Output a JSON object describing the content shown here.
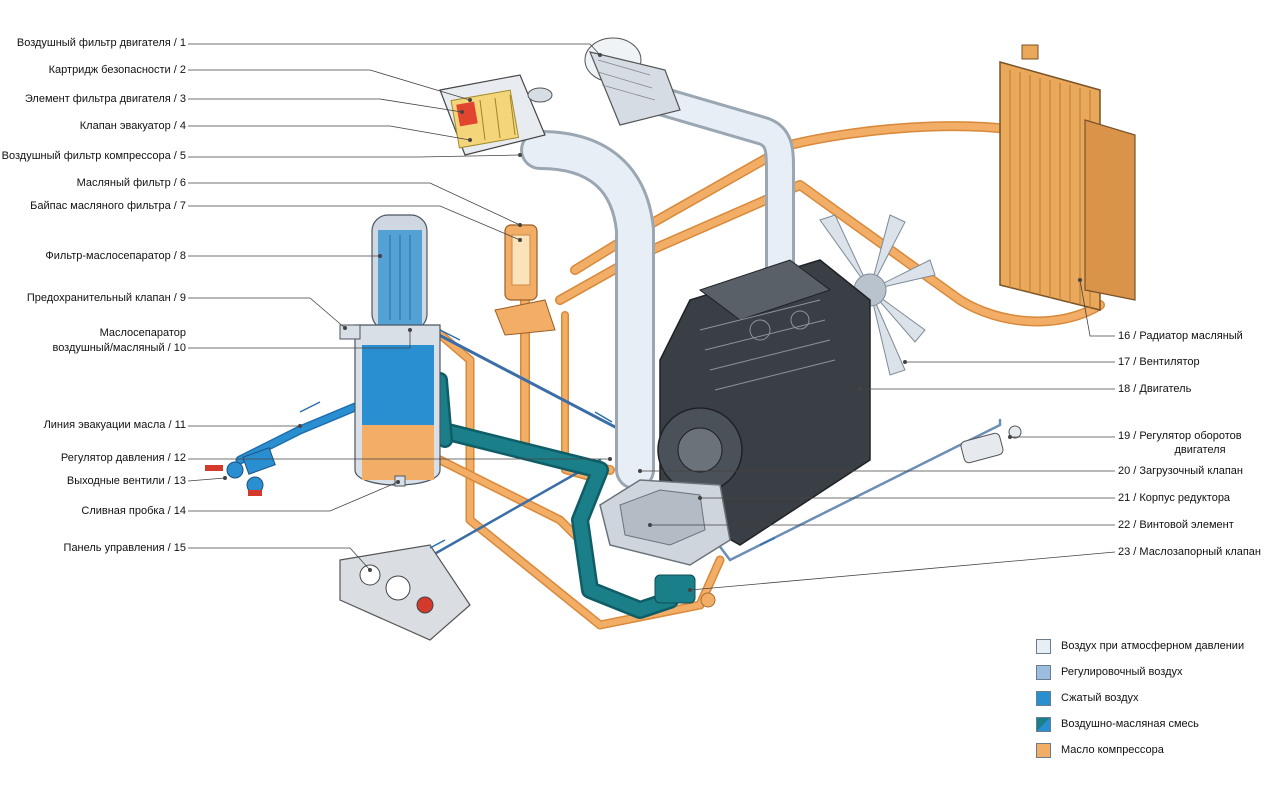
{
  "labels_left": [
    {
      "id": "1",
      "text": "Воздушный фильтр двигателя / 1"
    },
    {
      "id": "2",
      "text": "Картридж безопасности / 2"
    },
    {
      "id": "3",
      "text": "Элемент фильтра двигателя / 3"
    },
    {
      "id": "4",
      "text": "Клапан эвакуатор / 4"
    },
    {
      "id": "5",
      "text": "Воздушный фильтр компрессора / 5"
    },
    {
      "id": "6",
      "text": "Масляный фильтр  / 6"
    },
    {
      "id": "7",
      "text": "Байпас масляного фильтра  / 7"
    },
    {
      "id": "8",
      "text": "Фильтр-маслосепаратор / 8"
    },
    {
      "id": "9",
      "text": "Предохранительный клапан / 9"
    },
    {
      "id": "10a",
      "text": "Маслосепаратор"
    },
    {
      "id": "10b",
      "text": "воздушный/масляный / 10"
    },
    {
      "id": "11",
      "text": "Линия эвакуации масла / 11"
    },
    {
      "id": "12",
      "text": "Регулятор давления / 12"
    },
    {
      "id": "13",
      "text": "Выходные вентили / 13"
    },
    {
      "id": "14",
      "text": "Сливная пробка / 14"
    },
    {
      "id": "15",
      "text": "Панель управления / 15"
    }
  ],
  "labels_right": [
    {
      "id": "16",
      "text": "16 / Радиатор масляный"
    },
    {
      "id": "17",
      "text": "17 / Вентилятор"
    },
    {
      "id": "18",
      "text": "18 / Двигатель"
    },
    {
      "id": "19a",
      "text": "19 / Регулятор оборотов"
    },
    {
      "id": "19b",
      "text": "двигателя"
    },
    {
      "id": "20",
      "text": "20 / Загрузочный клапан"
    },
    {
      "id": "21",
      "text": "21 / Корпус редуктора"
    },
    {
      "id": "22",
      "text": "22 / Винтовой элемент"
    },
    {
      "id": "23",
      "text": "23 / Маслозапорный клапан"
    }
  ],
  "legend": [
    {
      "text": "Воздух при атмосферном давлении",
      "color": "#e8eef6"
    },
    {
      "text": "Регулировочный воздух",
      "color": "#9dbde0"
    },
    {
      "text": "Сжатый воздух",
      "color": "#2a8fd0"
    },
    {
      "text": "Воздушно-масляная смесь",
      "color": "#1b7f8a"
    },
    {
      "text": "Масло компрессора",
      "color": "#f2ad66"
    }
  ],
  "colors": {
    "oil": "#f2ad66",
    "oil_dark": "#d8893a",
    "air_atm": "#e8eef6",
    "air_reg": "#9dbde0",
    "air_comp": "#2a8fd0",
    "mix": "#1b7f8a",
    "radiator": "#e9a85a",
    "engine": "#3a3f45",
    "leader": "#444444"
  }
}
